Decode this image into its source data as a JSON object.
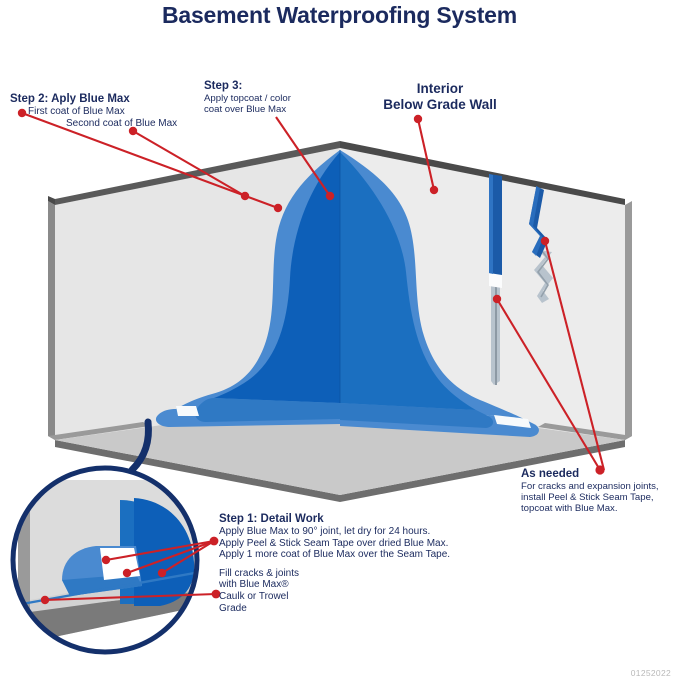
{
  "page": {
    "title": "Basement Waterproofing System",
    "datecode": "01252022"
  },
  "colors": {
    "navy": "#1b2a5e",
    "red_leader": "#cc2127",
    "blue_dark": "#0d5fb8",
    "blue_dark_right": "#1b6fc0",
    "blue_light": "#4a8ad0",
    "wall_face_left": "#e6e6e6",
    "wall_face_right": "#ececec",
    "wall_edge": "#8a8a8a",
    "wall_edge_dark": "#555555",
    "floor": "#c9c9c9",
    "floor_edge": "#6e6e6e",
    "magnifier_ring": "#14306b",
    "datecode_gray": "#b9b9b9"
  },
  "callouts": {
    "step2": {
      "heading": "Step 2: Aply Blue Max",
      "line1": "First coat of Blue Max",
      "line2": "Second coat of Blue Max"
    },
    "step3": {
      "heading": "Step 3:",
      "line1": "Apply topcoat / color",
      "line2": "coat over Blue Max"
    },
    "interior": {
      "line1": "Interior",
      "line2": "Below Grade Wall"
    },
    "as_needed": {
      "heading": "As needed",
      "line1": "For cracks and expansion joints,",
      "line2": "install Peel & Stick Seam Tape,",
      "line3": "topcoat with Blue Max."
    },
    "step1": {
      "heading": "Step 1: Detail Work",
      "line1": "Apply Blue Max to 90° joint, let dry for 24 hours.",
      "line2": "Apply Peel & Stick Seam Tape over dried Blue Max.",
      "line3": "Apply 1 more coat of Blue Max over the Seam Tape.",
      "line4": "Fill cracks & joints",
      "line5": "with Blue Max®",
      "line6": "Caulk or Trowel",
      "line7": "Grade"
    }
  }
}
